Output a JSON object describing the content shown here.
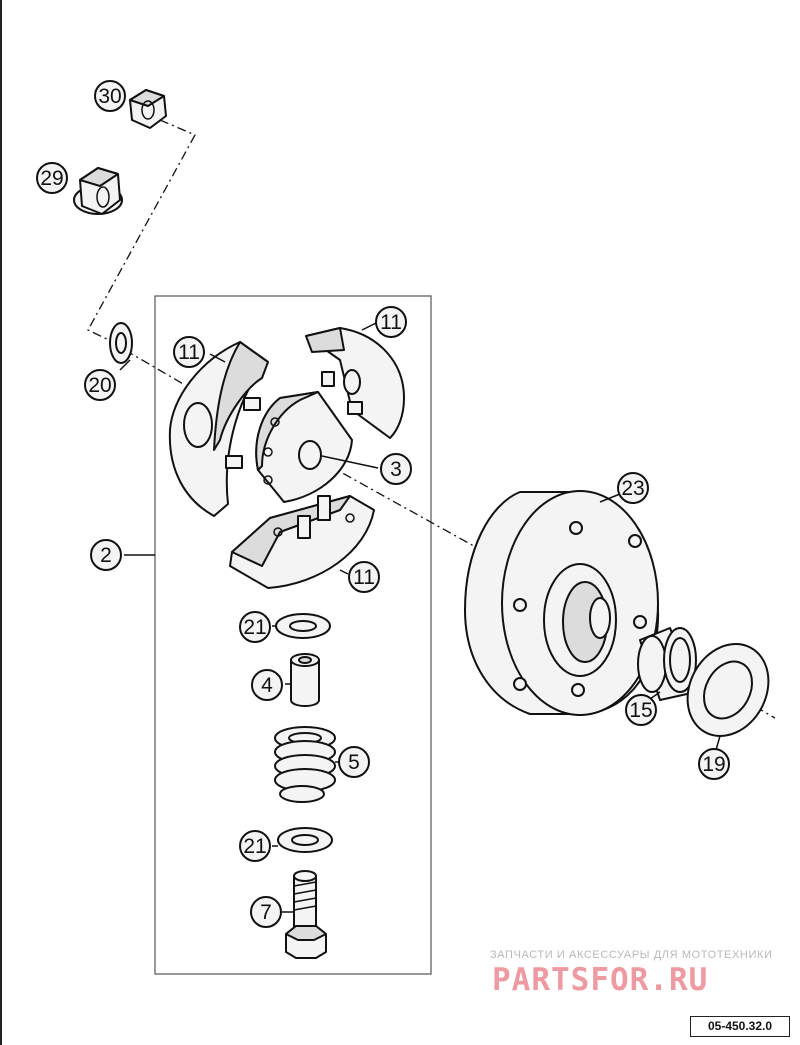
{
  "callouts": [
    {
      "id": "nut-30",
      "label": "30"
    },
    {
      "id": "nut-29",
      "label": "29"
    },
    {
      "id": "washer-20",
      "label": "20"
    },
    {
      "id": "shoe-11-a",
      "label": "11"
    },
    {
      "id": "shoe-11-b",
      "label": "11"
    },
    {
      "id": "hub-3",
      "label": "3"
    },
    {
      "id": "bell-23",
      "label": "23"
    },
    {
      "id": "clutch-assembly-2",
      "label": "2"
    },
    {
      "id": "shoe-11-c",
      "label": "11"
    },
    {
      "id": "washer-21-a",
      "label": "21"
    },
    {
      "id": "sleeve-4",
      "label": "4"
    },
    {
      "id": "spring-5",
      "label": "5"
    },
    {
      "id": "bearing-15",
      "label": "15"
    },
    {
      "id": "washer-19",
      "label": "19"
    },
    {
      "id": "washer-21-b",
      "label": "21"
    },
    {
      "id": "bolt-7",
      "label": "7"
    }
  ],
  "watermark": {
    "tagline": "ЗАПЧАСТИ И АКСЕССУАРЫ ДЛЯ МОТОТЕХНИКИ",
    "logo": "PARTSFOR.RU"
  },
  "document_code": "05-450.32.0"
}
